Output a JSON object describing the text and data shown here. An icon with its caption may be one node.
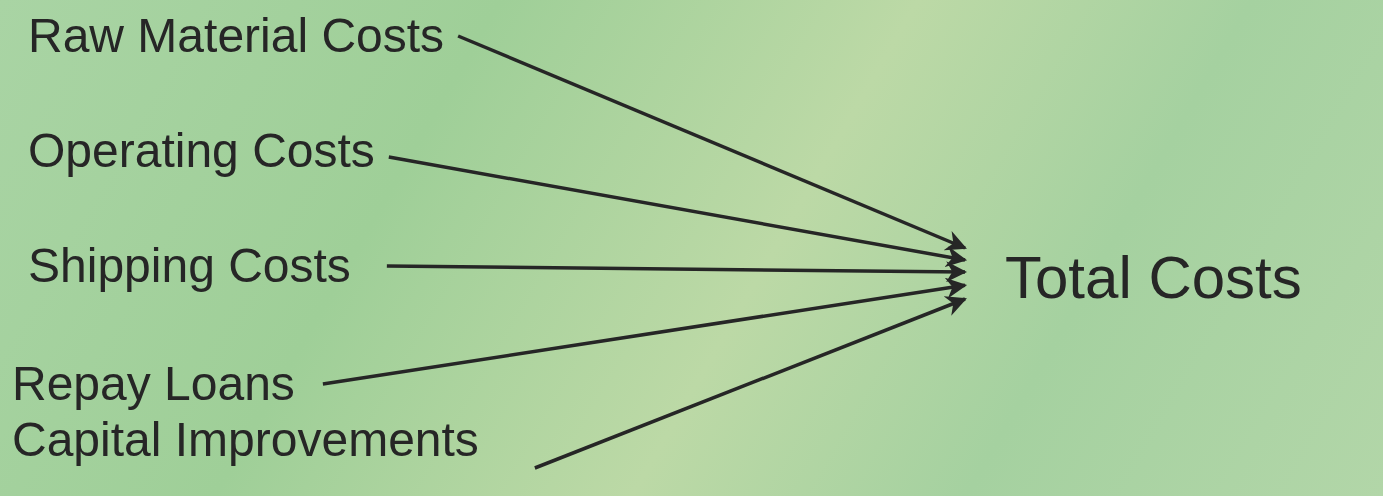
{
  "diagram": {
    "nodes": [
      {
        "text": [
          "Raw Material Costs"
        ]
      },
      {
        "text": [
          "Operating Costs"
        ]
      },
      {
        "text": [
          "Shipping Costs"
        ]
      },
      {
        "text": [
          "Repay Loans"
        ]
      },
      {
        "text": [
          "Capital Improvements"
        ]
      },
      {
        "text": [
          "Total Costs"
        ]
      }
    ],
    "edges": [
      {
        "from": 0,
        "to": 5,
        "arrow": "to"
      },
      {
        "from": 1,
        "to": 5,
        "arrow": "to"
      },
      {
        "from": 2,
        "to": 5,
        "arrow": "to"
      },
      {
        "from": 3,
        "to": 5,
        "arrow": "to"
      },
      {
        "from": 4,
        "to": 5,
        "arrow": "to"
      }
    ]
  }
}
